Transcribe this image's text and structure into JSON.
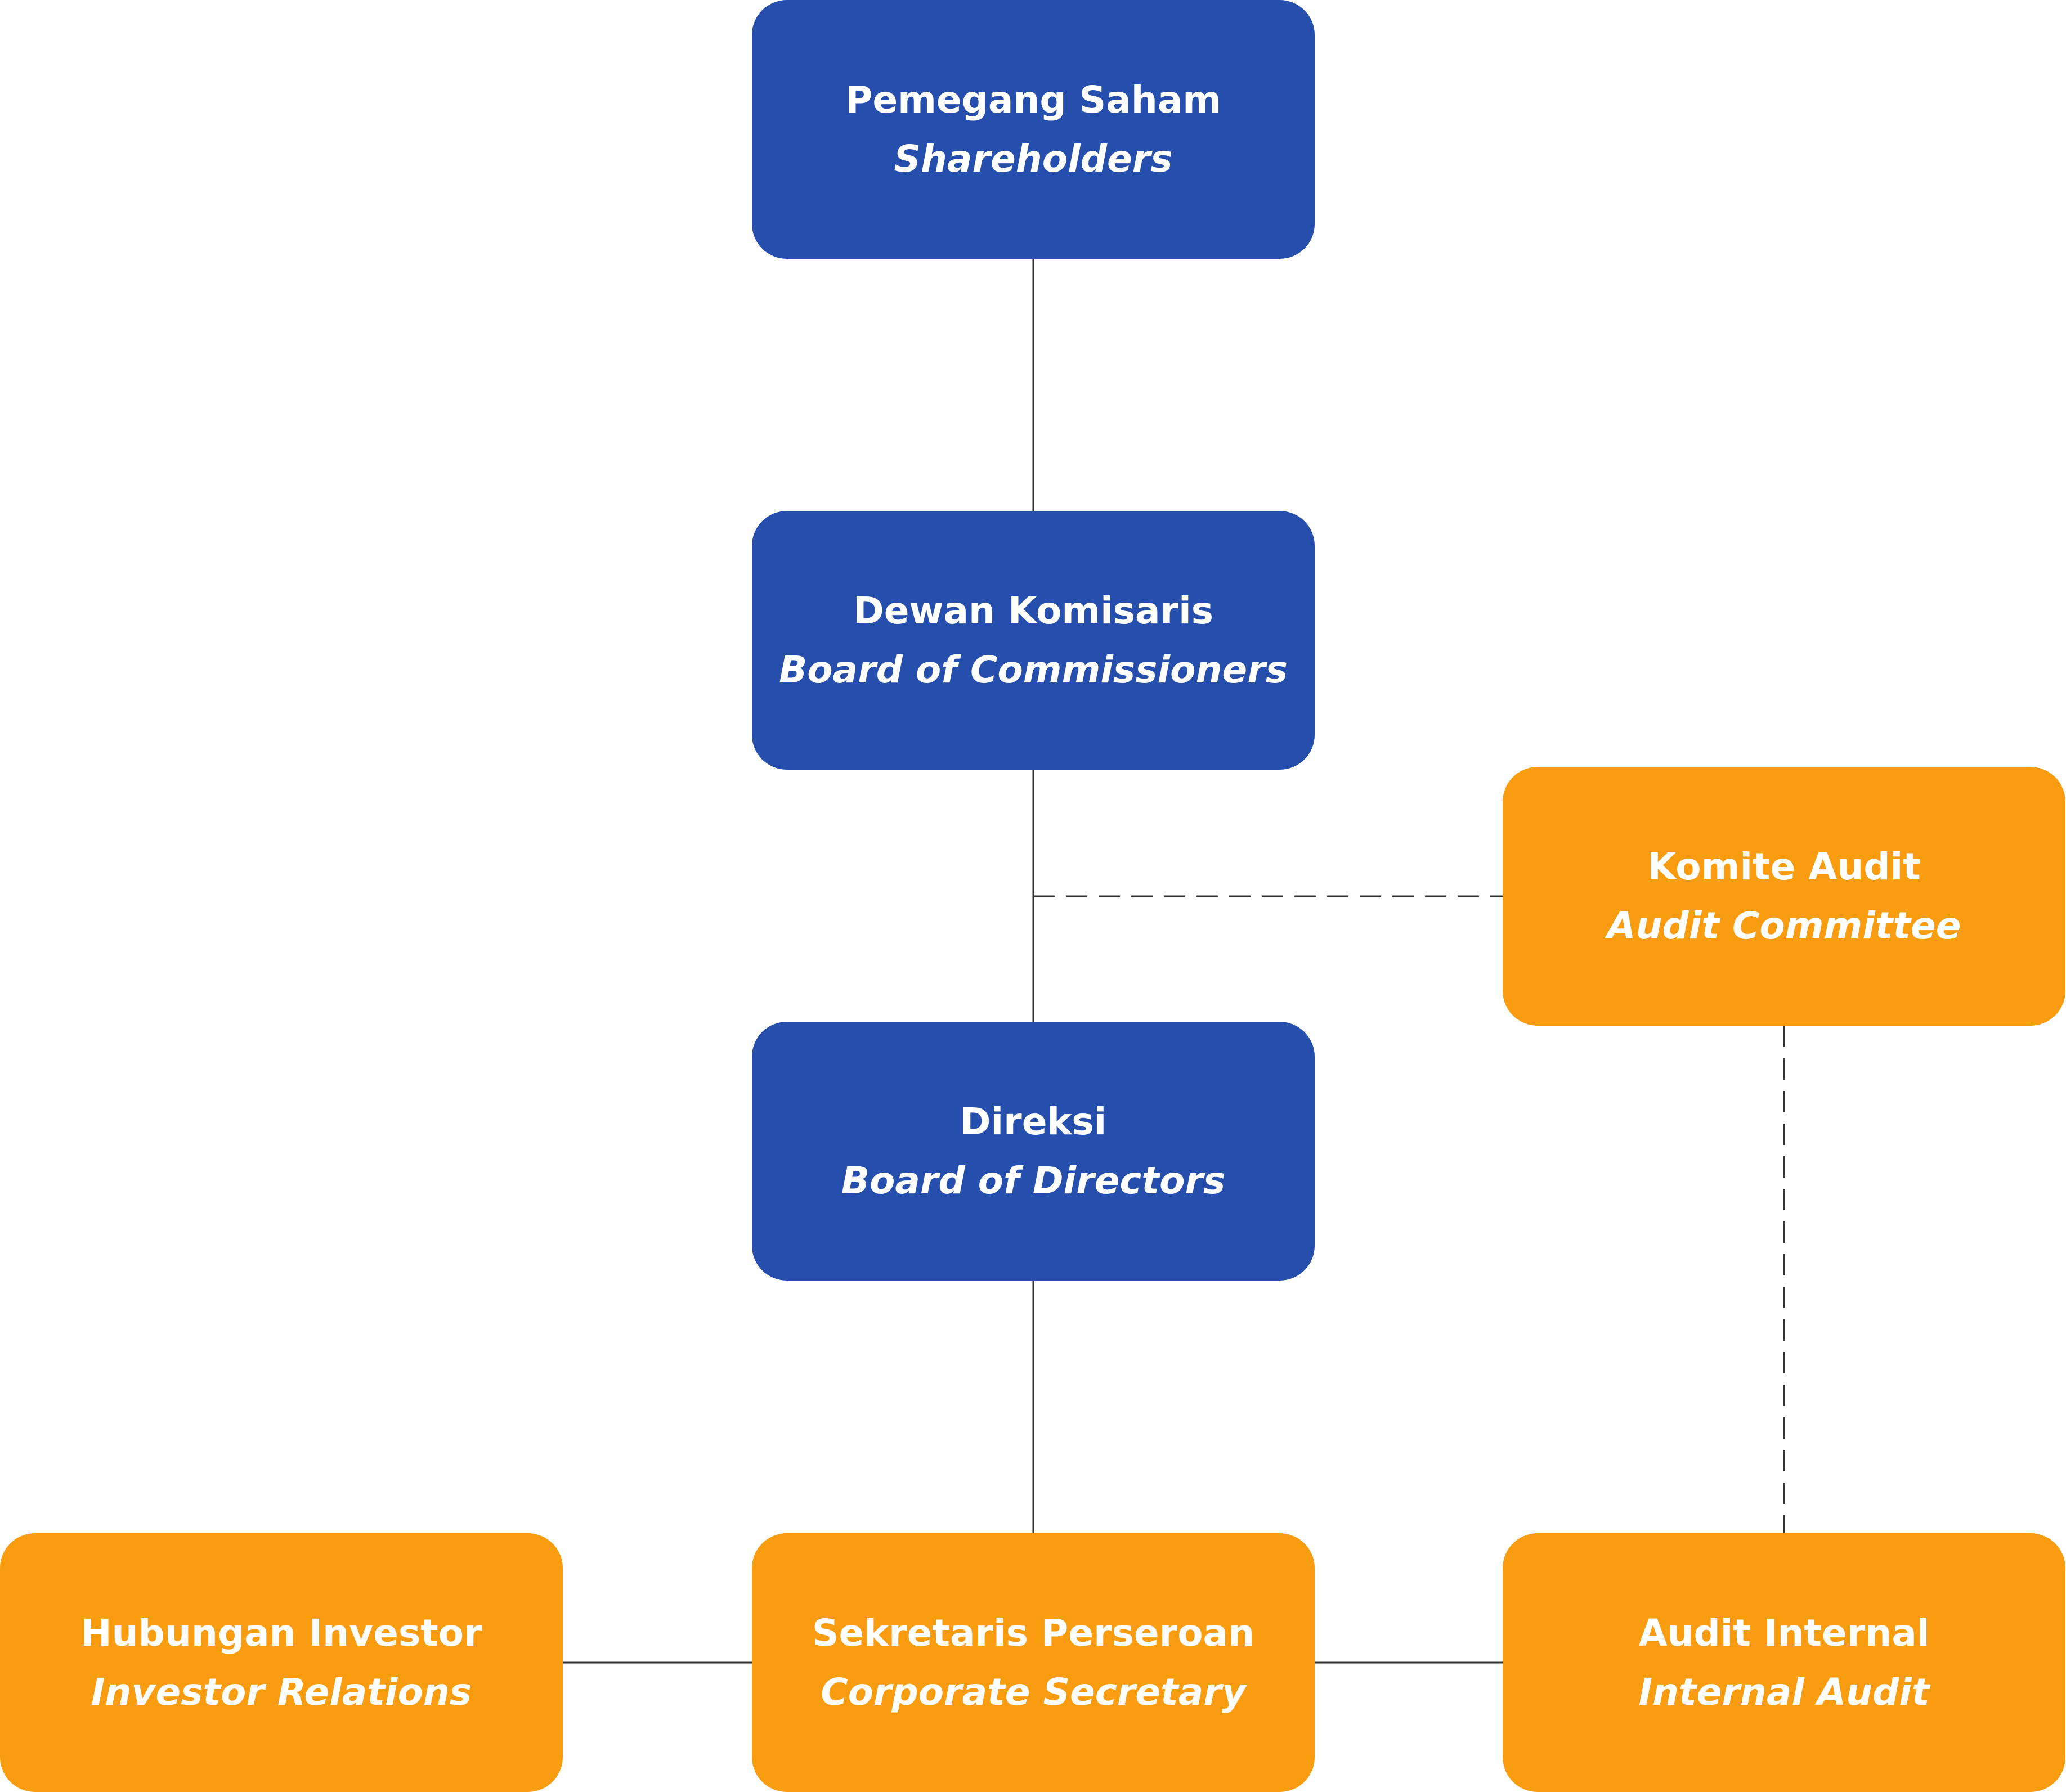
{
  "colors": {
    "primary": "#264ead",
    "secondary": "#fa9c0f",
    "connector": "#333333",
    "text": "#ffffff"
  },
  "nodes": {
    "shareholders": {
      "label_id": "Pemegang Saham",
      "label_en": "Shareholders"
    },
    "commissioners": {
      "label_id": "Dewan Komisaris",
      "label_en": "Board of Commissioners"
    },
    "audit_committee": {
      "label_id": "Komite Audit",
      "label_en": "Audit Committee"
    },
    "directors": {
      "label_id": "Direksi",
      "label_en": "Board of Directors"
    },
    "investor_relations": {
      "label_id": "Hubungan Investor",
      "label_en": "Investor Relations"
    },
    "corporate_secretary": {
      "label_id": "Sekretaris Perseroan",
      "label_en": "Corporate Secretary"
    },
    "internal_audit": {
      "label_id": "Audit Internal",
      "label_en": "Internal Audit"
    }
  },
  "edges": [
    {
      "from": "shareholders",
      "to": "commissioners",
      "style": "solid"
    },
    {
      "from": "commissioners",
      "to": "directors",
      "style": "solid"
    },
    {
      "from": "commissioners",
      "to": "audit_committee",
      "style": "dashed"
    },
    {
      "from": "directors",
      "to": "corporate_secretary",
      "style": "solid"
    },
    {
      "from": "corporate_secretary",
      "to": "investor_relations",
      "style": "solid"
    },
    {
      "from": "corporate_secretary",
      "to": "internal_audit",
      "style": "solid"
    },
    {
      "from": "audit_committee",
      "to": "internal_audit",
      "style": "dashed"
    }
  ]
}
